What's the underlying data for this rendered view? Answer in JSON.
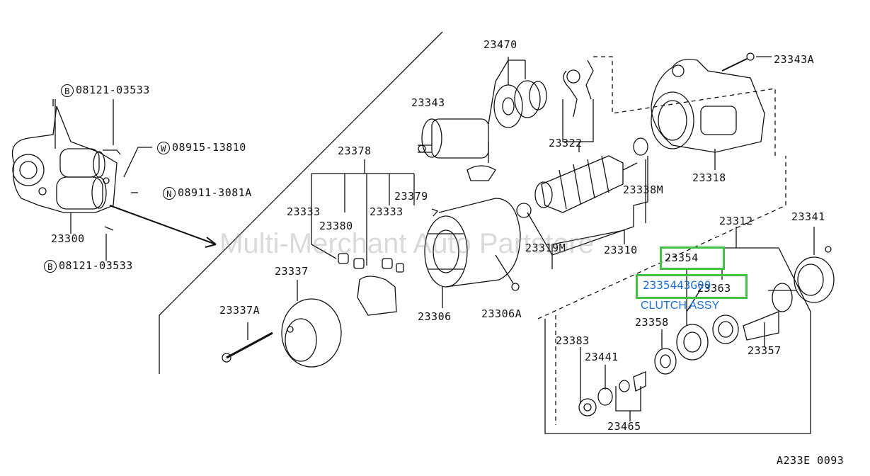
{
  "diagram": {
    "ref_code": "A233E 0093",
    "watermark": "Multi-Merchant Auto Partstore",
    "highlight": {
      "part_number": "2335443G00",
      "overlap_text": "23363",
      "description": "CLUTCH ASSY",
      "accent_color": "#44c044",
      "link_color": "#1a6fd8"
    },
    "labels": {
      "b_top_badge": "B",
      "b_top_code": "08121-03533",
      "w_badge": "W",
      "w_code": "08915-13810",
      "n_badge": "N",
      "n_code": "08911-3081A",
      "b_bottom_badge": "B",
      "b_bottom_code": "08121-03533",
      "p23300": "23300",
      "p23470": "23470",
      "p23343": "23343",
      "p23343A": "23343A",
      "p23322": "23322",
      "p23318": "23318",
      "p23378": "23378",
      "p23379": "23379",
      "p23333a": "23333",
      "p23333b": "23333",
      "p23380": "23380",
      "p23338M": "23338M",
      "p23312": "23312",
      "p23341": "23341",
      "p23319M": "23319M",
      "p23310": "23310",
      "p23354": "23354",
      "p23337": "23337",
      "p23337A": "23337A",
      "p23306": "23306",
      "p23306A": "23306A",
      "p23358": "23358",
      "p23383": "23383",
      "p23441": "23441",
      "p23357": "23357",
      "p23465": "23465"
    }
  }
}
